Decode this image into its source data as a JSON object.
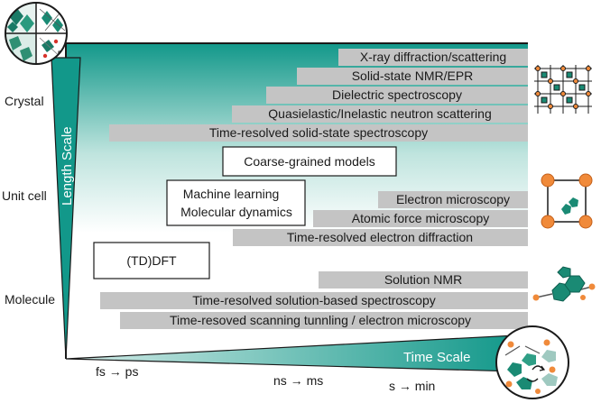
{
  "colors": {
    "teal": "#1a9a8a",
    "teal_light": "#d8eeea",
    "bar": "#c4c4c4",
    "node": "#f08a3a",
    "edge": "#1a1a1a"
  },
  "length_axis": {
    "title": "Length Scale",
    "levels": [
      "Crystal",
      "Unit cell",
      "Molecule"
    ]
  },
  "time_axis": {
    "title": "Time Scale",
    "ticks": [
      "fs → ps",
      "ns → ms",
      "s → min"
    ]
  },
  "techniques": [
    "X-ray diffraction/scattering",
    "Solid-state NMR/EPR",
    "Dielectric spectroscopy",
    "Quasielastic/Inelastic neutron scattering",
    "Time-resolved solid-state spectroscopy",
    "Electron microscopy",
    "Atomic force microscopy",
    "Time-resolved electron diffraction",
    "Solution NMR",
    "Time-resolved solution-based spectroscopy",
    "Time-resoved scanning tunnling / electron microscopy"
  ],
  "methods": [
    "Coarse-grained models",
    "Machine learning",
    "Molecular dynamics",
    "(TD)DFT"
  ],
  "icons": [
    "crystal-structure-circle-icon",
    "crystal-lattice-icon",
    "unit-cell-icon",
    "molecule-icon",
    "molecular-dynamics-circle-icon"
  ]
}
